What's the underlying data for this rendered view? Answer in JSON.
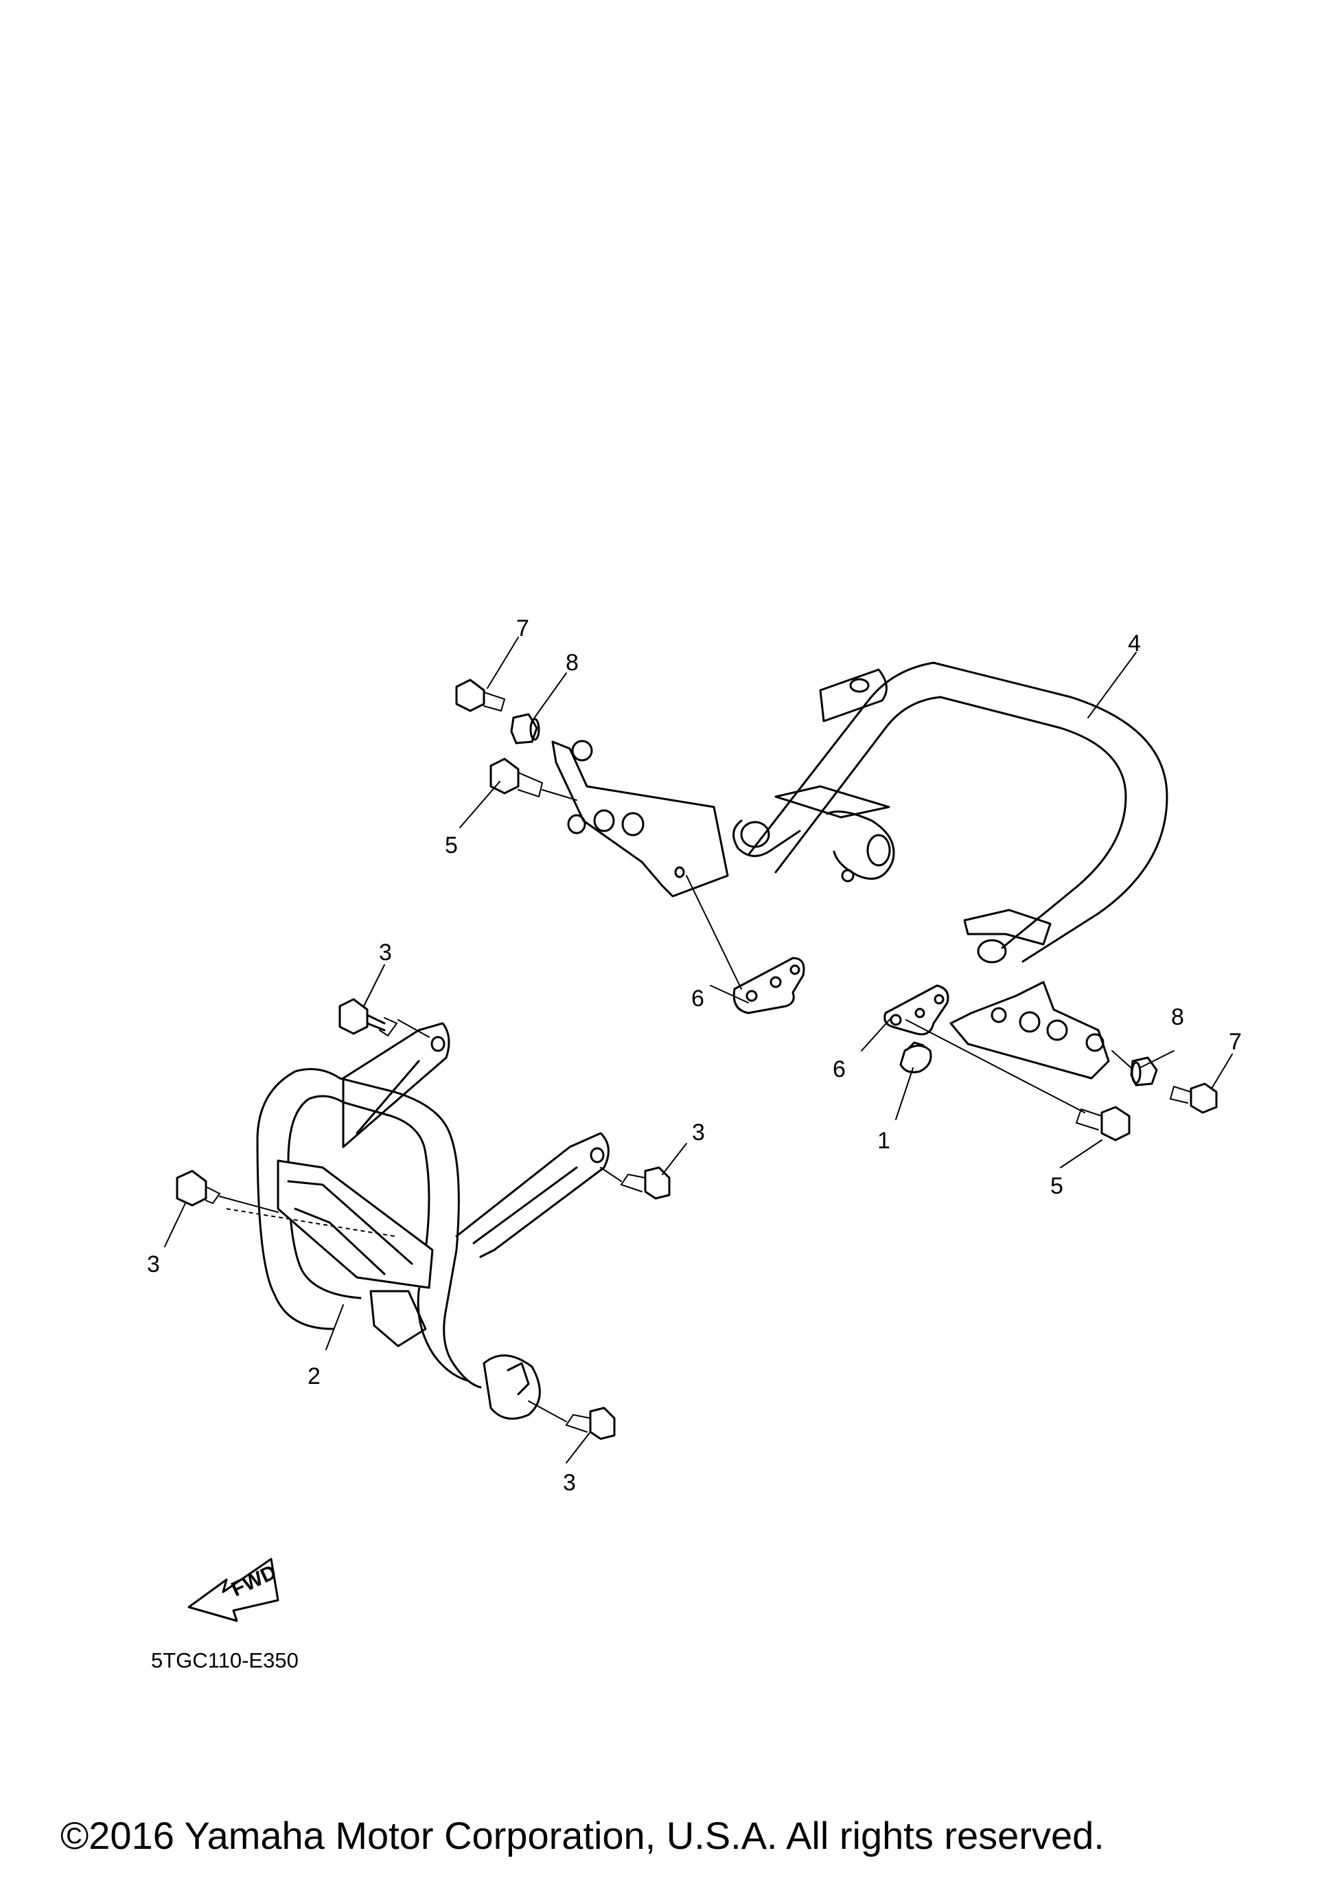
{
  "callouts": {
    "c1": "1",
    "c2": "2",
    "c3a": "3",
    "c3b": "3",
    "c3c": "3",
    "c3d": "3",
    "c4": "4",
    "c5a": "5",
    "c5b": "5",
    "c6a": "6",
    "c6b": "6",
    "c7a": "7",
    "c7b": "7",
    "c8a": "8",
    "c8b": "8"
  },
  "fwd_label": "FWD",
  "diagram_code": "5TGC110-E350",
  "copyright": "©2016 Yamaha Motor Corporation, U.S.A. All rights reserved."
}
